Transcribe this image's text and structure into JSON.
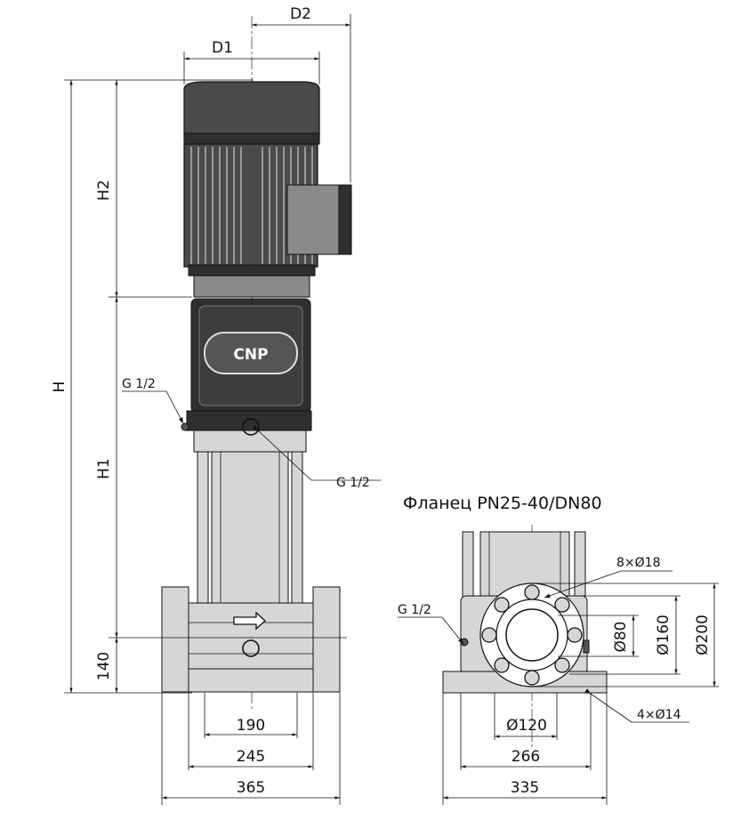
{
  "dimensions": {
    "d2": "D2",
    "d1": "D1",
    "h": "H",
    "h1": "H1",
    "h2": "H2",
    "h140": "140",
    "w190": "190",
    "w245": "245",
    "w365": "365",
    "w266": "266",
    "w335": "335",
    "d120": "Ø120",
    "d80": "Ø80",
    "d160": "Ø160",
    "d200": "Ø200"
  },
  "labels": {
    "g12_left": "G 1/2",
    "g12_right": "G 1/2",
    "g12_flange": "G 1/2",
    "holes_flange": "8×Ø18",
    "holes_base": "4×Ø14",
    "brand": "CNP"
  },
  "flange_title": "Фланец PN25-40/DN80"
}
